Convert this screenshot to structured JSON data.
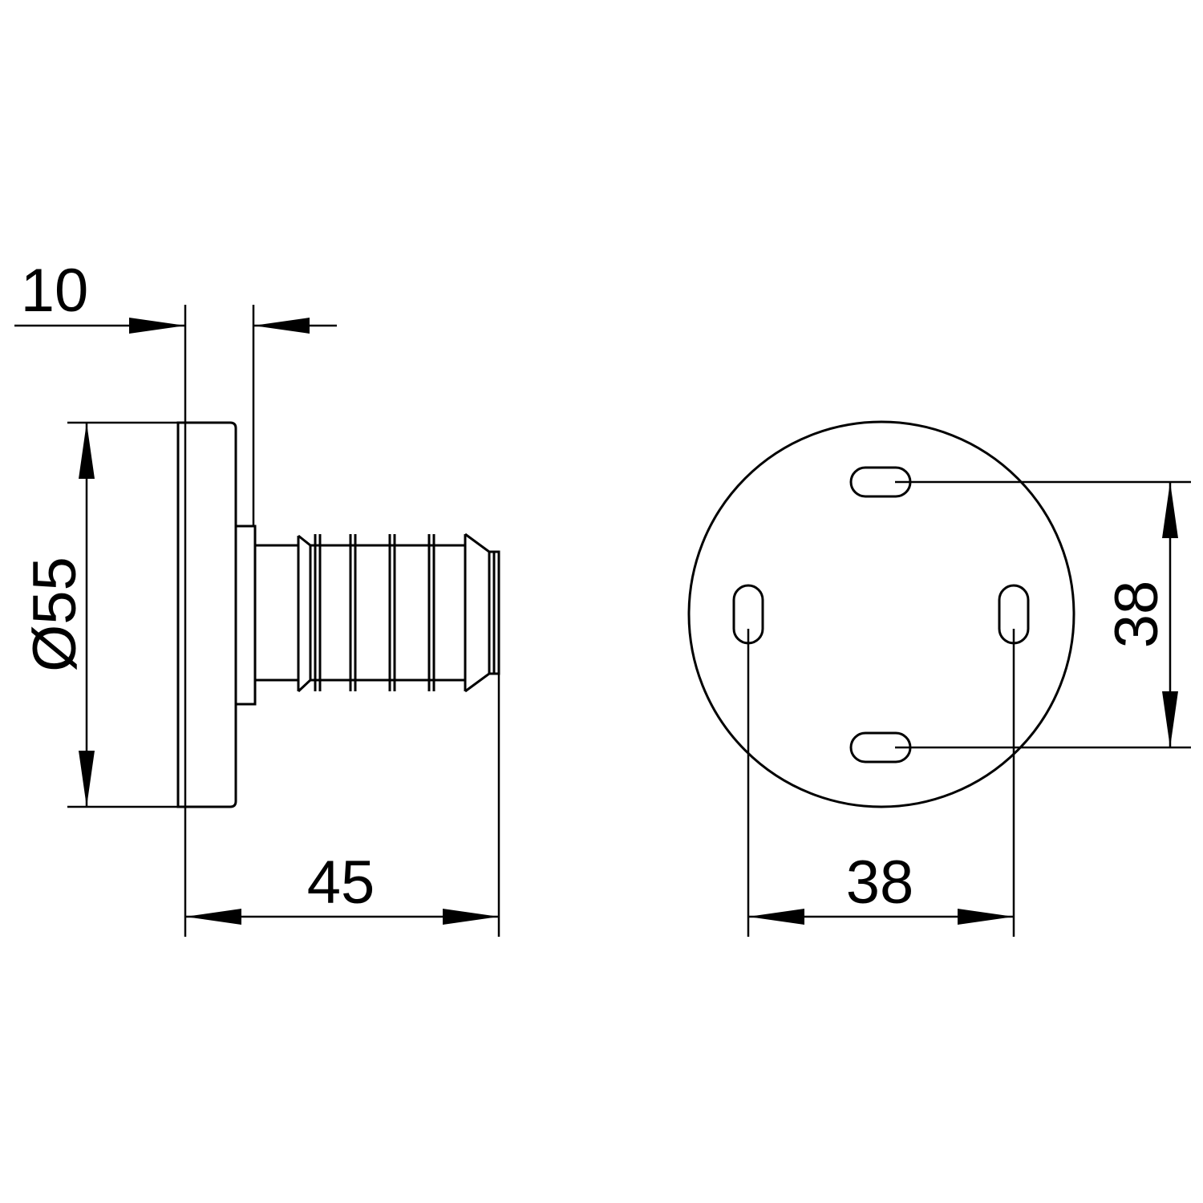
{
  "colors": {
    "background": "#ffffff",
    "line": "#000000"
  },
  "side_view": {
    "dim_plate_thickness": "10",
    "dim_diameter": "Ø55",
    "dim_overall_length": "45"
  },
  "front_view": {
    "dim_vertical_slot_spacing": "38",
    "dim_horizontal_slot_spacing": "38"
  }
}
